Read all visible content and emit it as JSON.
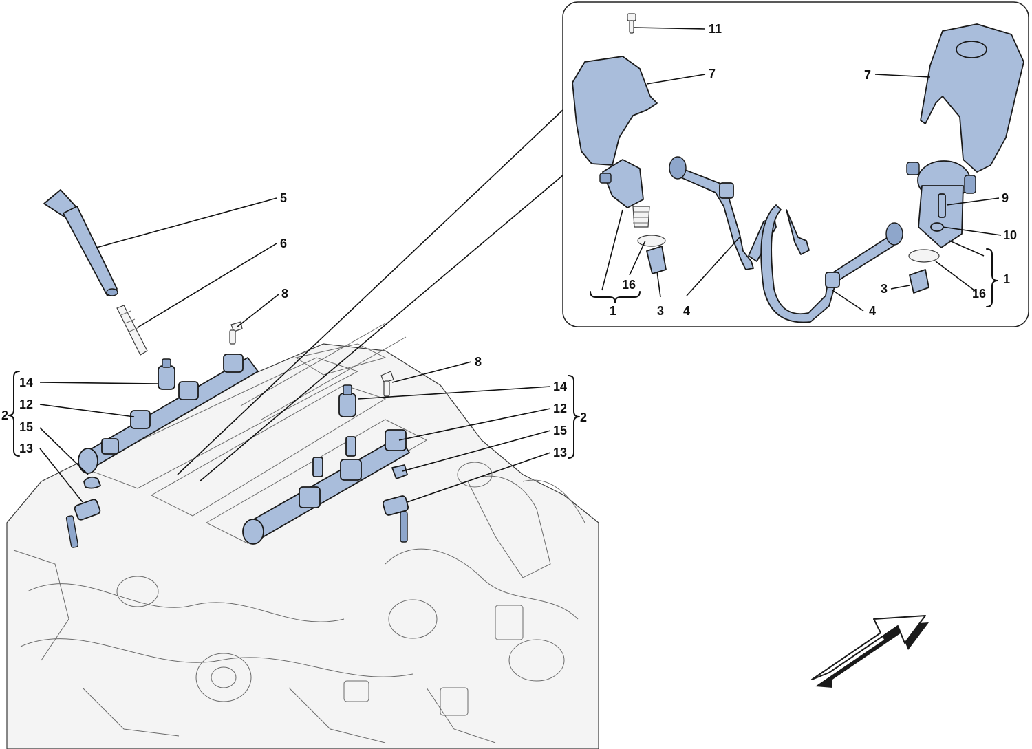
{
  "callouts": {
    "c1_detail_left": "1",
    "c1_detail_right": "1",
    "c16_left": "16",
    "c3_left": "3",
    "c4_left": "4",
    "c4_right": "4",
    "c3_right": "3",
    "c16_right": "16",
    "c7_left": "7",
    "c7_right": "7",
    "c9": "9",
    "c10": "10",
    "c11": "11",
    "c5": "5",
    "c6": "6",
    "c8_top": "8",
    "c8_mid": "8",
    "c14_left": "14",
    "c12_left": "12",
    "c15_left": "15",
    "c13_left": "13",
    "c2_left": "2",
    "c14_right": "14",
    "c12_right": "12",
    "c15_right": "15",
    "c13_right": "13",
    "c2_right": "2"
  },
  "colors": {
    "part_fill": "#a9bddb",
    "outline": "#1a1a1a",
    "engine_fill": "#f4f4f4"
  },
  "icons": {
    "direction_arrow": "direction-arrow-icon"
  }
}
